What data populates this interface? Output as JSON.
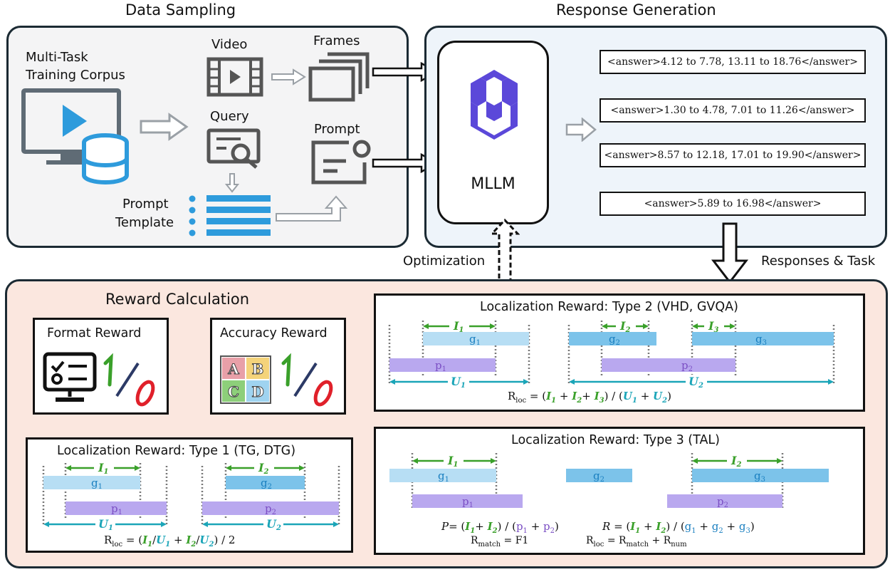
{
  "titles": {
    "data_sampling": "Data Sampling",
    "response_generation": "Response Generation",
    "reward_calculation": "Reward Calculation"
  },
  "data_sampling": {
    "corpus_label_line1": "Multi-Task",
    "corpus_label_line2": "Training Corpus",
    "video_label": "Video",
    "frames_label": "Frames",
    "query_label": "Query",
    "prompt_label": "Prompt",
    "template_label_line1": "Prompt",
    "template_label_line2": "Template"
  },
  "response_generation": {
    "model_label": "MLLM",
    "answers": [
      "<answer>4.12 to 7.78, 13.11 to 18.76</answer>",
      "<answer>1.30 to 4.78, 7.01 to 11.26</answer>",
      "<answer>8.57 to 12.18, 17.01 to 19.90</answer>",
      "<answer>5.89 to 16.98</answer>"
    ]
  },
  "flows": {
    "optimization": "Optimization",
    "responses_task": "Responses & Task"
  },
  "rewards": {
    "format_reward": "Format Reward",
    "accuracy_reward": "Accuracy Reward",
    "accuracy_letters": [
      "A",
      "B",
      "C",
      "D"
    ],
    "type1": {
      "title": "Localization Reward: Type 1 (TG, DTG)",
      "formula_prefix": "R",
      "formula_sub": "loc",
      "formula_parts": [
        "= (",
        "I",
        "1",
        "/",
        "U",
        "1",
        " + ",
        "I",
        "2",
        "/",
        "U",
        "2",
        ") / 2"
      ]
    },
    "type2": {
      "title": "Localization Reward: Type 2 (VHD, GVQA)",
      "formula_prefix": "R",
      "formula_sub": "loc",
      "formula_parts": [
        "= (",
        "I",
        "1",
        " + ",
        "I",
        "2",
        "+ ",
        "I",
        "3",
        ") / (",
        "U",
        "1",
        " + ",
        "U",
        "2",
        ")"
      ]
    },
    "type3": {
      "title": "Localization Reward: Type 3 (TAL)",
      "p_formula": [
        "P",
        "= (",
        "I",
        "1",
        "+ ",
        "I",
        "2",
        ") / (",
        "p",
        "1",
        " + ",
        "p",
        "2",
        ")"
      ],
      "r_formula": [
        "R",
        " = (",
        "I",
        "1",
        " + ",
        "I",
        "2",
        ") / (",
        "g",
        "1",
        " + ",
        "g",
        "2",
        " + ",
        "g",
        "3",
        ")"
      ],
      "rmatch": [
        "R",
        "match",
        " = F1"
      ],
      "rloc": [
        "R",
        "loc",
        " = R",
        "match",
        " + R",
        "num"
      ]
    },
    "bar_labels": {
      "g1": "g",
      "g2": "g",
      "g3": "g",
      "p1": "p",
      "p2": "p",
      "I": "I",
      "U": "U",
      "sub1": "1",
      "sub2": "2",
      "sub3": "3"
    }
  },
  "colors": {
    "gt_bar": "#9fd3f0",
    "gt_bar_dark": "#7cc3ea",
    "pred_bar": "#b9a8ef",
    "intersect": "#3aa02a",
    "union": "#1ba5b8",
    "panel_bg": "#f4f4f5",
    "resp_bg": "#eef4fa",
    "reward_bg": "#fbe7df",
    "model_accent": "#5b48d9"
  }
}
